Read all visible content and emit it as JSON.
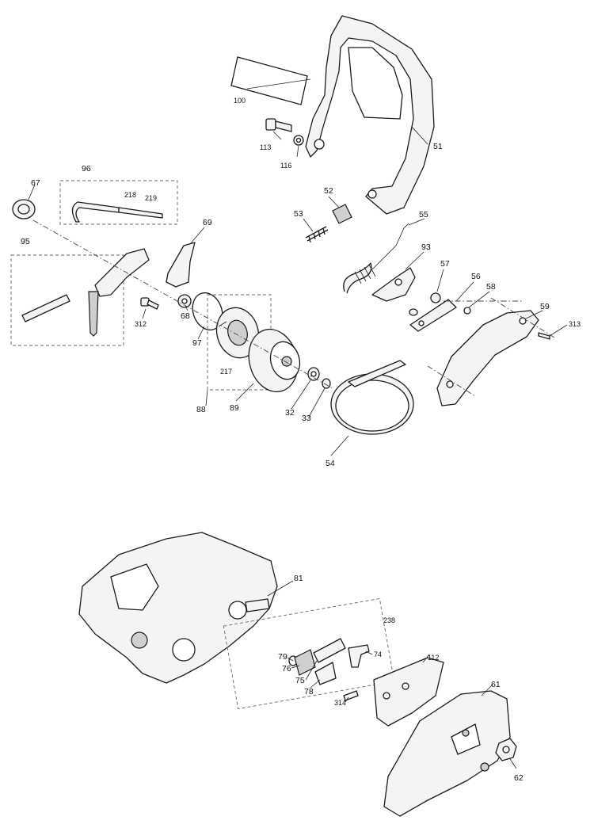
{
  "diagram": {
    "callouts": {
      "p100": "100",
      "p113": "113",
      "p116": "116",
      "p51": "51",
      "p96": "96",
      "p218": "218",
      "p219": "219",
      "p67": "67",
      "p52": "52",
      "p53": "53",
      "p55": "55",
      "p69": "69",
      "p95": "95",
      "p93": "93",
      "p57": "57",
      "p56": "56",
      "p58": "58",
      "p59": "59",
      "p313": "313",
      "p312": "312",
      "p68": "68",
      "p97": "97",
      "p217": "217",
      "p88": "88",
      "p89": "89",
      "p32": "32",
      "p33": "33",
      "p54": "54",
      "p81": "81",
      "p238": "238",
      "p79": "79",
      "p74": "74",
      "p76": "76",
      "p75": "75",
      "p78": "78",
      "p314": "314",
      "p112": "112",
      "p61": "61",
      "p62": "62"
    }
  }
}
